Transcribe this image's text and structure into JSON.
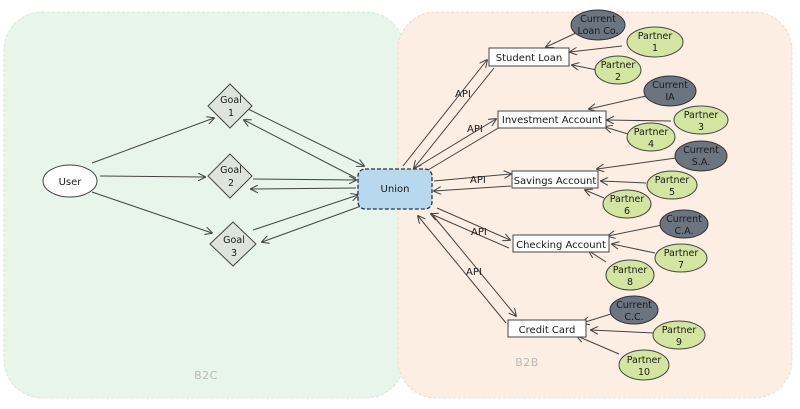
{
  "zones": {
    "b2c": "B2C",
    "b2b": "B2B"
  },
  "colors": {
    "b2c_fill": "#e8f5ea",
    "b2b_fill": "#fdeee3",
    "union_fill": "#b8d8ef",
    "goal_fill": "#dde4dd",
    "partner_fill": "#d3e6a1",
    "current_fill": "#6b7580",
    "box_fill": "#ffffff"
  },
  "user": {
    "label": "User"
  },
  "goals": [
    {
      "line1": "Goal",
      "line2": "1"
    },
    {
      "line1": "Goal",
      "line2": "2"
    },
    {
      "line1": "Goal",
      "line2": "3"
    }
  ],
  "union": {
    "label": "Union"
  },
  "products": [
    {
      "label": "Student Loan"
    },
    {
      "label": "Investment Account"
    },
    {
      "label": "Savings Account"
    },
    {
      "label": "Checking Account"
    },
    {
      "label": "Credit Card"
    }
  ],
  "api_labels": [
    "API",
    "API",
    "API",
    "API",
    "API"
  ],
  "currents": [
    {
      "line1": "Current",
      "line2": "Loan Co."
    },
    {
      "line1": "Current",
      "line2": "IA"
    },
    {
      "line1": "Current",
      "line2": "S.A."
    },
    {
      "line1": "Current",
      "line2": "C.A."
    },
    {
      "line1": "Current",
      "line2": "C.C."
    }
  ],
  "partners": [
    {
      "line1": "Partner",
      "line2": "1"
    },
    {
      "line1": "Partner",
      "line2": "2"
    },
    {
      "line1": "Partner",
      "line2": "3"
    },
    {
      "line1": "Partner",
      "line2": "4"
    },
    {
      "line1": "Partner",
      "line2": "5"
    },
    {
      "line1": "Partner",
      "line2": "6"
    },
    {
      "line1": "Partner",
      "line2": "7"
    },
    {
      "line1": "Partner",
      "line2": "8"
    },
    {
      "line1": "Partner",
      "line2": "9"
    },
    {
      "line1": "Partner",
      "line2": "10"
    }
  ]
}
